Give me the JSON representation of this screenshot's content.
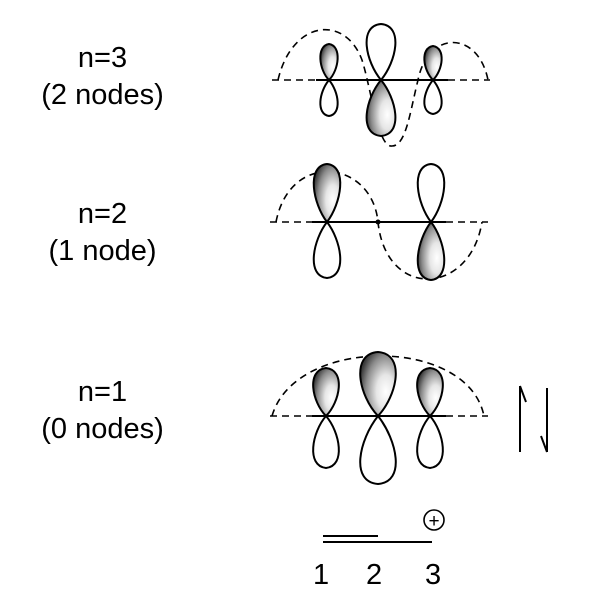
{
  "levels": [
    {
      "n_label": "n=3",
      "nodes_label": "(2 nodes)"
    },
    {
      "n_label": "n=2",
      "nodes_label": "(1 node)"
    },
    {
      "n_label": "n=1",
      "nodes_label": "(0 nodes)"
    }
  ],
  "atoms": [
    "1",
    "2",
    "3"
  ],
  "charge_symbol": "+"
}
